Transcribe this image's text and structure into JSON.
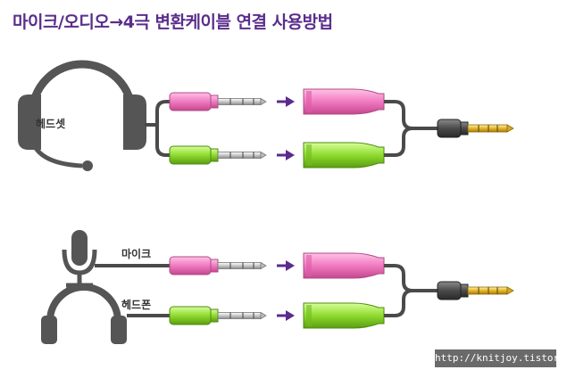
{
  "title": "마이크/오디오→4극 변환케이블 연결 사용방법",
  "labels": {
    "headset": "헤드셋",
    "mic": "마이크",
    "headphone": "헤드폰"
  },
  "watermark": "http://knitjoy.tistory.com",
  "colors": {
    "title": "#5a2d8c",
    "pink": "#f07ac0",
    "green": "#8fdb2e",
    "arrow": "#5b2a8e",
    "gold": "#e3b52a",
    "cable": "#4a4a4a",
    "icon": "#555555"
  }
}
